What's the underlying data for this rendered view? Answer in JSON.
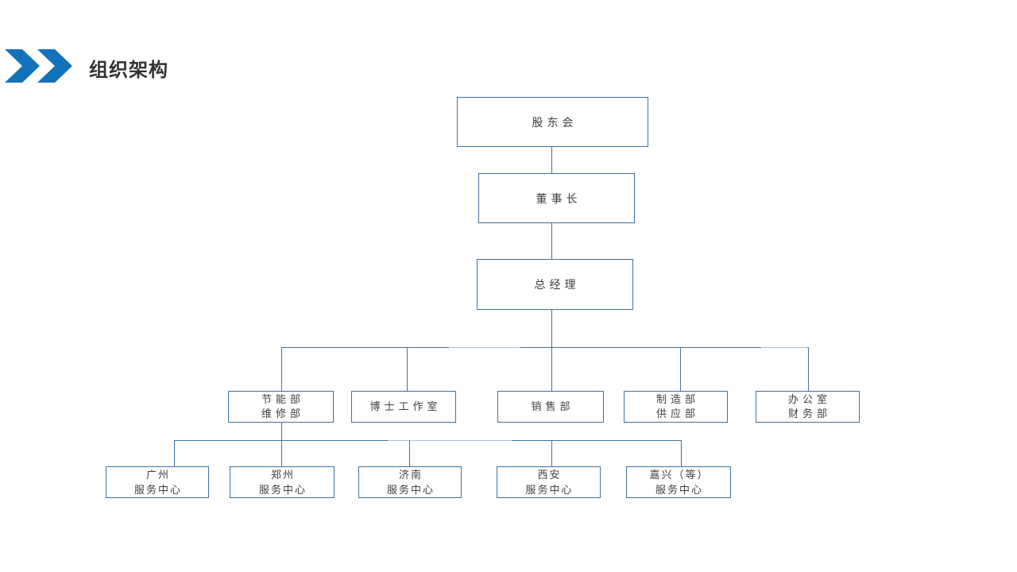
{
  "slide": {
    "title": "组织架构",
    "colors": {
      "accent": "#1272BA",
      "node_border": "#41719C",
      "connector": "#41719C",
      "connector_highlight": "#A7C5E5",
      "title_text": "#333333",
      "node_text": "#404040",
      "background": "#FFFFFF"
    },
    "icons": [
      "chevron-right-icon",
      "chevron-right-icon"
    ]
  },
  "org_chart": {
    "type": "org-tree",
    "nodes": [
      {
        "id": "shareholders",
        "level": 1,
        "parent": null,
        "lines": [
          "股东会"
        ]
      },
      {
        "id": "chairman",
        "level": 2,
        "parent": "shareholders",
        "lines": [
          "董事长"
        ]
      },
      {
        "id": "general-manager",
        "level": 3,
        "parent": "chairman",
        "lines": [
          "总经理"
        ]
      },
      {
        "id": "energy-maintenance",
        "level": 4,
        "parent": "general-manager",
        "lines": [
          "节能部",
          "维修部"
        ]
      },
      {
        "id": "doctor-studio",
        "level": 4,
        "parent": "general-manager",
        "lines": [
          "博士工作室"
        ]
      },
      {
        "id": "sales",
        "level": 4,
        "parent": "general-manager",
        "lines": [
          "销售部"
        ]
      },
      {
        "id": "manufacturing-supply",
        "level": 4,
        "parent": "general-manager",
        "lines": [
          "制造部",
          "供应部"
        ]
      },
      {
        "id": "office-finance",
        "level": 4,
        "parent": "general-manager",
        "lines": [
          "办公室",
          "财务部"
        ]
      },
      {
        "id": "guangzhou-center",
        "level": 5,
        "parent": "energy-maintenance",
        "lines": [
          "广州",
          "服务中心"
        ]
      },
      {
        "id": "zhengzhou-center",
        "level": 5,
        "parent": "energy-maintenance",
        "lines": [
          "郑州",
          "服务中心"
        ]
      },
      {
        "id": "jinan-center",
        "level": 5,
        "parent": "energy-maintenance",
        "lines": [
          "济南",
          "服务中心"
        ]
      },
      {
        "id": "xian-center",
        "level": 5,
        "parent": "energy-maintenance",
        "lines": [
          "西安",
          "服务中心"
        ]
      },
      {
        "id": "jiaxing-center",
        "level": 5,
        "parent": "energy-maintenance",
        "lines": [
          "嘉兴（等）",
          "服务中心"
        ]
      }
    ]
  }
}
